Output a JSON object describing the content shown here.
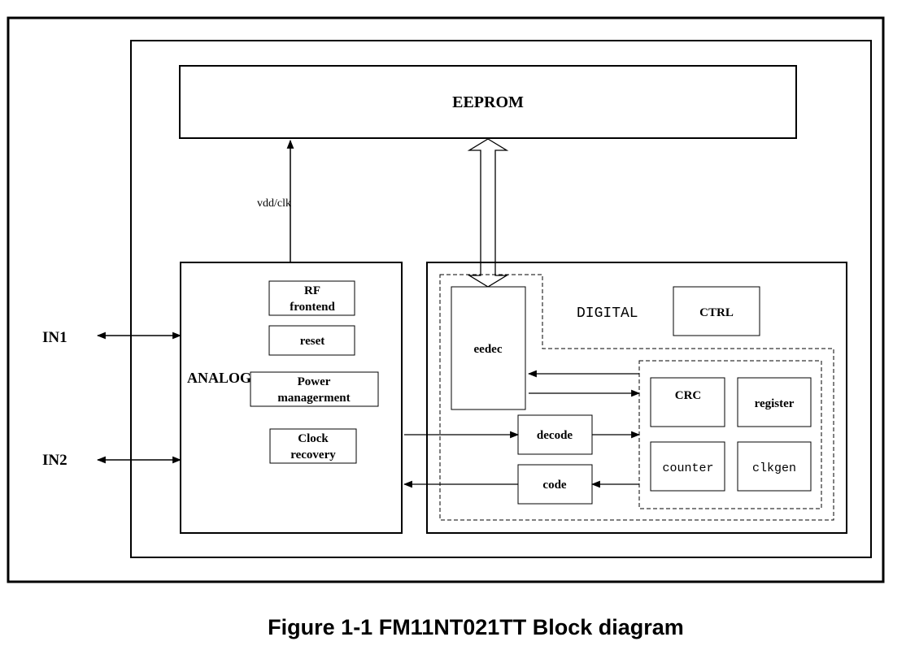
{
  "blocks": {
    "eeprom": "EEPROM",
    "analog": "ANALOG",
    "digital": "DIGITAL",
    "rf_frontend_line1": "RF",
    "rf_frontend_line2": "frontend",
    "reset": "reset",
    "power_line1": "Power",
    "power_line2": "managerment",
    "clock_line1": "Clock",
    "clock_line2": "recovery",
    "eedec": "eedec",
    "ctrl": "CTRL",
    "decode": "decode",
    "code": "code",
    "crc": "CRC",
    "register": "register",
    "counter": "counter",
    "clkgen": "clkgen"
  },
  "signals": {
    "vdd_clk": "vdd/clk"
  },
  "ports": {
    "in1": "IN1",
    "in2": "IN2"
  },
  "caption": "Figure 1-1 FM11NT021TT Block diagram"
}
